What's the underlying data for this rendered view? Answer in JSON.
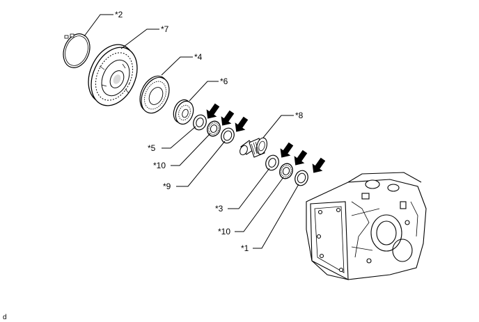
{
  "callouts": {
    "c2": "*2",
    "c7": "*7",
    "c4": "*4",
    "c6": "*6",
    "c8": "*8",
    "c5": "*5",
    "c10a": "*10",
    "c9": "*9",
    "c3": "*3",
    "c10b": "*10",
    "c1": "*1"
  },
  "corner_code": "d"
}
